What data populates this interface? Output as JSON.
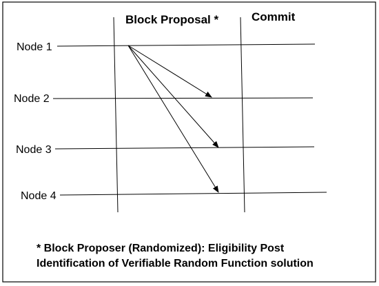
{
  "phases": {
    "block_proposal": "Block Proposal *",
    "commit": "Commit"
  },
  "nodes": [
    {
      "label": "Node 1"
    },
    {
      "label": "Node 2"
    },
    {
      "label": "Node 3"
    },
    {
      "label": "Node 4"
    }
  ],
  "messages": [
    {
      "from": "Node 1",
      "to": "Node 2"
    },
    {
      "from": "Node 1",
      "to": "Node 3"
    },
    {
      "from": "Node 1",
      "to": "Node 4"
    }
  ],
  "footnote": {
    "line1": "* Block Proposer (Randomized): Eligibility Post",
    "line2": "Identification of Verifiable Random Function solution"
  },
  "colors": {
    "line": "#000000",
    "border": "#000000",
    "background": "#ffffff"
  }
}
